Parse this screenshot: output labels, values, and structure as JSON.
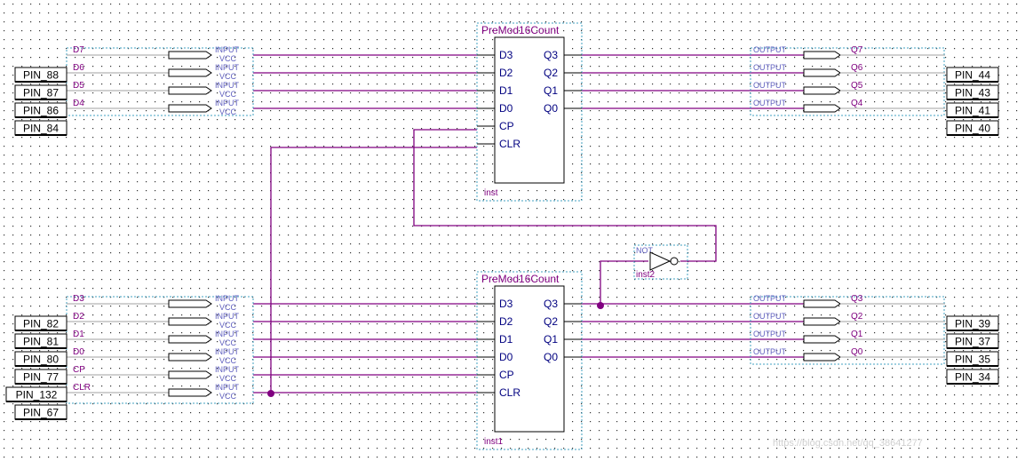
{
  "counters": [
    {
      "title": "PreMod16Count",
      "inst": "inst",
      "ports_left": [
        "D3",
        "D2",
        "D1",
        "D0",
        "CP",
        "CLR"
      ],
      "ports_right": [
        "Q3",
        "Q2",
        "Q1",
        "Q0"
      ]
    },
    {
      "title": "PreMod16Count",
      "inst": "inst1",
      "ports_left": [
        "D3",
        "D2",
        "D1",
        "D0",
        "CP",
        "CLR"
      ],
      "ports_right": [
        "Q3",
        "Q2",
        "Q1",
        "Q0"
      ]
    }
  ],
  "not_gate": {
    "type": "NOT",
    "inst": "inst2"
  },
  "io_labels": {
    "input": "INPUT",
    "vcc": "VCC",
    "output": "OUTPUT"
  },
  "top_inputs": [
    {
      "net": "D7",
      "pin": ""
    },
    {
      "net": "D6",
      "pin": "PIN_88"
    },
    {
      "net": "D5",
      "pin": "PIN_87"
    },
    {
      "net": "D4",
      "pin": "PIN_86"
    }
  ],
  "top_extra_pin": "PIN_84",
  "top_outputs": [
    {
      "net": "Q7",
      "pin": "PIN_44"
    },
    {
      "net": "Q6",
      "pin": "PIN_43"
    },
    {
      "net": "Q5",
      "pin": "PIN_41"
    },
    {
      "net": "Q4",
      "pin": "PIN_40"
    }
  ],
  "bottom_inputs": [
    {
      "net": "D3",
      "pin": ""
    },
    {
      "net": "D2",
      "pin": "PIN_82"
    },
    {
      "net": "D1",
      "pin": "PIN_81"
    },
    {
      "net": "D0",
      "pin": "PIN_80"
    },
    {
      "net": "CP",
      "pin": "PIN_77"
    },
    {
      "net": "CLR",
      "pin": "PIN_132"
    }
  ],
  "bottom_extra_pin": "PIN_67",
  "bottom_outputs": [
    {
      "net": "Q3",
      "pin": ""
    },
    {
      "net": "Q2",
      "pin": "PIN_39"
    },
    {
      "net": "Q1",
      "pin": "PIN_37"
    },
    {
      "net": "Q0",
      "pin": "PIN_35"
    }
  ],
  "bottom_extra_out_pin": "PIN_34",
  "watermark": "https://blog.csdn.net/qq_38641277"
}
